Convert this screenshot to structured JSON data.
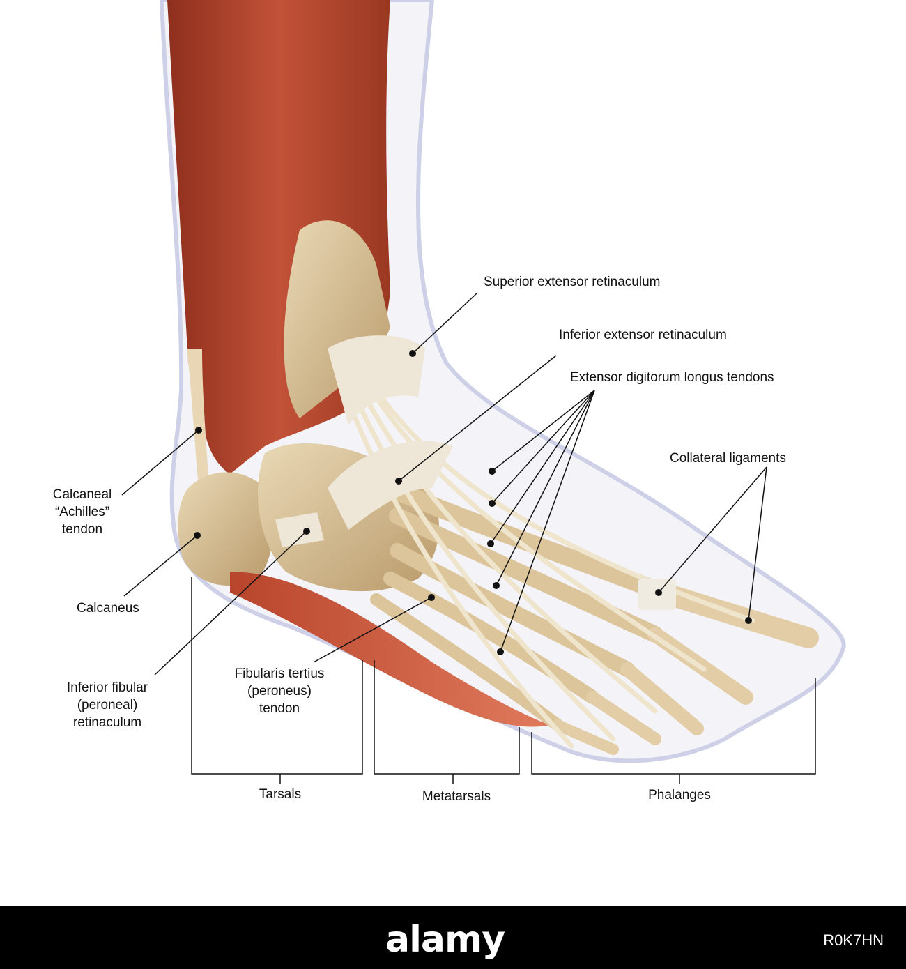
{
  "labels": {
    "superior_extensor_retinaculum": "Superior extensor retinaculum",
    "inferior_extensor_retinaculum": "Inferior extensor retinaculum",
    "extensor_digitorum_longus_tendons": "Extensor digitorum longus tendons",
    "collateral_ligaments": "Collateral ligaments",
    "calcaneal_tendon": [
      "Calcaneal",
      "“Achilles”",
      "tendon"
    ],
    "calcaneus": "Calcaneus",
    "inferior_fibular_retinaculum": [
      "Inferior fibular",
      "(peroneal)",
      "retinaculum"
    ],
    "fibularis_tertius_tendon": [
      "Fibularis tertius",
      "(peroneus)",
      "tendon"
    ],
    "tarsals": "Tarsals",
    "metatarsals": "Metatarsals",
    "phalanges": "Phalanges"
  },
  "colors": {
    "muscle": "#b8452c",
    "tendon": "#efe4cc",
    "bone": "#d8c29a",
    "skin_outline": "#c9cbe6",
    "leader_line": "#111111",
    "banner": "#000000"
  },
  "banner": {
    "logo": "alamy",
    "image_id": "R0K7HN"
  }
}
